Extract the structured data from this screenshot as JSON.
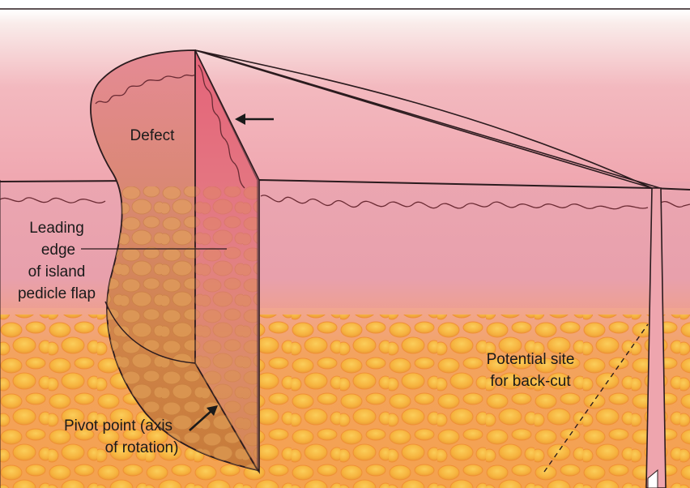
{
  "figure": {
    "labels": {
      "defect": "Defect",
      "leading_edge": [
        "Leading",
        "edge",
        "of island",
        "pedicle flap"
      ],
      "potential_site": [
        "Potential site",
        "for back-cut"
      ],
      "pivot_point": [
        "Pivot point (axis",
        "of rotation)"
      ]
    },
    "colors": {
      "epidermis_top": "#f6e6e4",
      "epidermis": "#f1b0b6",
      "dermis": "#e9a1ad",
      "fat": "#f3a45e",
      "fat_globule": "#f7b33f",
      "flap_cut_face": "#e36a7b",
      "flap_body": "#d9806c",
      "outline": "#2b1b1e"
    }
  }
}
